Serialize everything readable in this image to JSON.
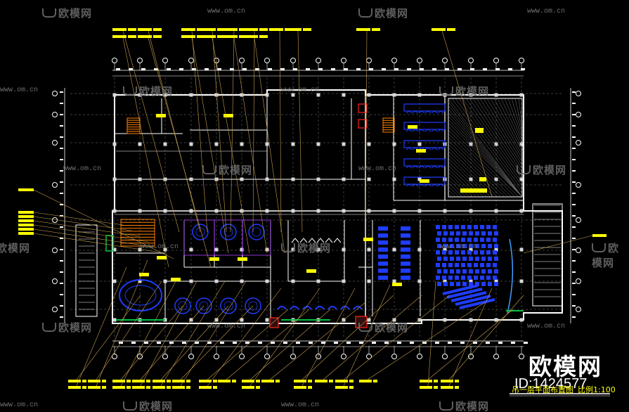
{
  "watermark": {
    "text": "欧模网",
    "url": "www.om.cn"
  },
  "brand": {
    "logo_text": "欧模网",
    "id_label": "ID:1424577"
  },
  "plan": {
    "title": "吊一层平面布置图",
    "scale": "比例1:100"
  },
  "colors": {
    "background": "#000000",
    "walls": "#ffffff",
    "leaders": "#c8a050",
    "labels": "#ffff00",
    "furniture": "#1f3cff",
    "stairs": "#ff8000",
    "grid": "#9a9a9a",
    "green_lines": "#00c040",
    "red_boxes": "#ff2020",
    "purple_rooms": "#b040ff"
  }
}
